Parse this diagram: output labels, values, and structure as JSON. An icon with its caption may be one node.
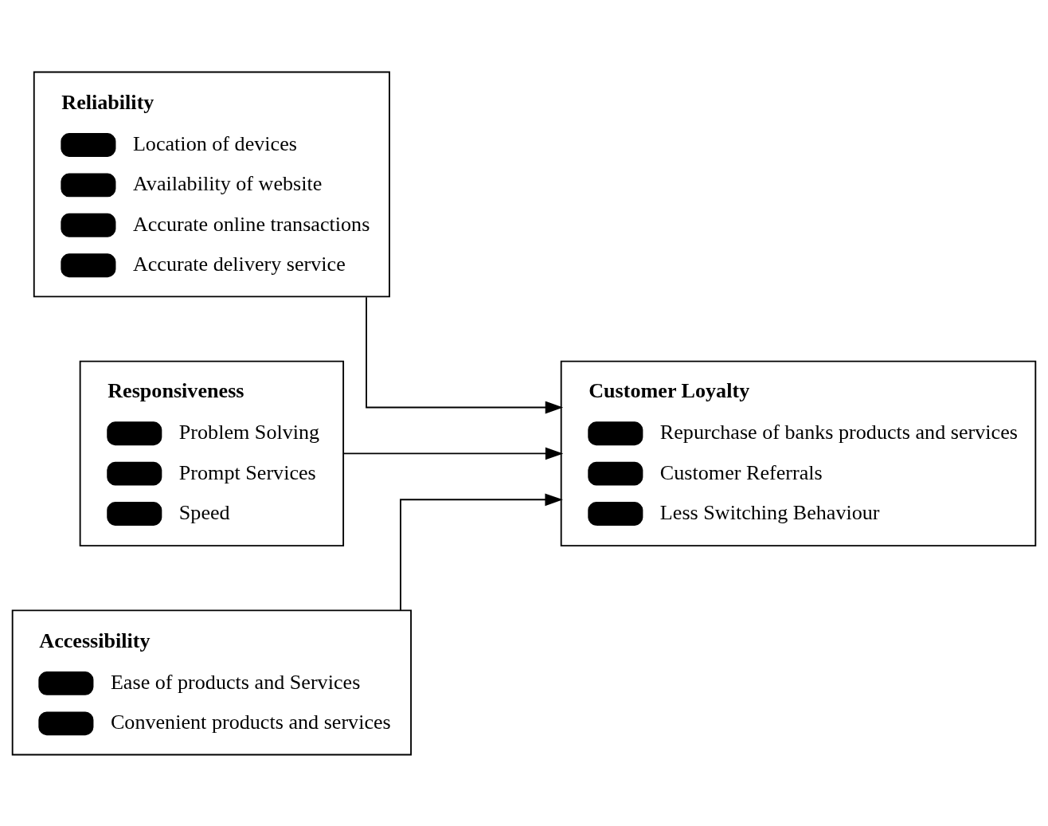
{
  "diagram": {
    "nodes": [
      {
        "text": [
          "Reliability",
          "Location of devices",
          "Availability of website",
          "Accurate online transactions",
          "Accurate delivery service"
        ]
      },
      {
        "text": [
          "Responsiveness",
          "Problem Solving",
          "Prompt Services",
          "Speed"
        ]
      },
      {
        "text": [
          "Accessibility",
          "Ease of products and Services",
          "Convenient products and services"
        ]
      },
      {
        "text": [
          "Customer Loyalty",
          "Repurchase of banks products and services",
          "Customer Referrals",
          "Less Switching Behaviour"
        ]
      }
    ],
    "edges": [
      {
        "from": 0,
        "to": 3,
        "arrow": "to"
      },
      {
        "from": 1,
        "to": 3,
        "arrow": "to"
      },
      {
        "from": 2,
        "to": 3,
        "arrow": "to"
      }
    ]
  }
}
